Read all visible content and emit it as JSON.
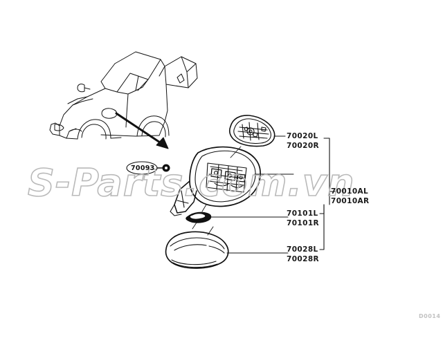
{
  "diagram": {
    "title": "Door Mirror Assembly Parts Diagram",
    "corner_code": "D0014",
    "watermark": "S-Parts.com.vn",
    "colors": {
      "line": "#111111",
      "text": "#1a1a1a",
      "watermark": "#b9b9b9",
      "corner_code": "#c2c2c2",
      "background": "#ffffff"
    }
  },
  "vehicle": {
    "name": "pickup-truck-illustration",
    "description": "Pickup truck line drawing with mirror location indicator"
  },
  "fastener_callout": {
    "number": "70093"
  },
  "parts": [
    {
      "id": "mirror-glass",
      "name": "mirror-glass-assembly",
      "labels": [
        "70020L",
        "70020R"
      ]
    },
    {
      "id": "mirror-assembly",
      "name": "door-mirror-assembly",
      "labels": [
        "70010AL",
        "70010AR"
      ]
    },
    {
      "id": "mirror-seal",
      "name": "mirror-seal-gasket",
      "labels": [
        "70101L",
        "70101R"
      ]
    },
    {
      "id": "mirror-cover",
      "name": "mirror-cover-cap",
      "labels": [
        "70028L",
        "70028R"
      ]
    }
  ]
}
